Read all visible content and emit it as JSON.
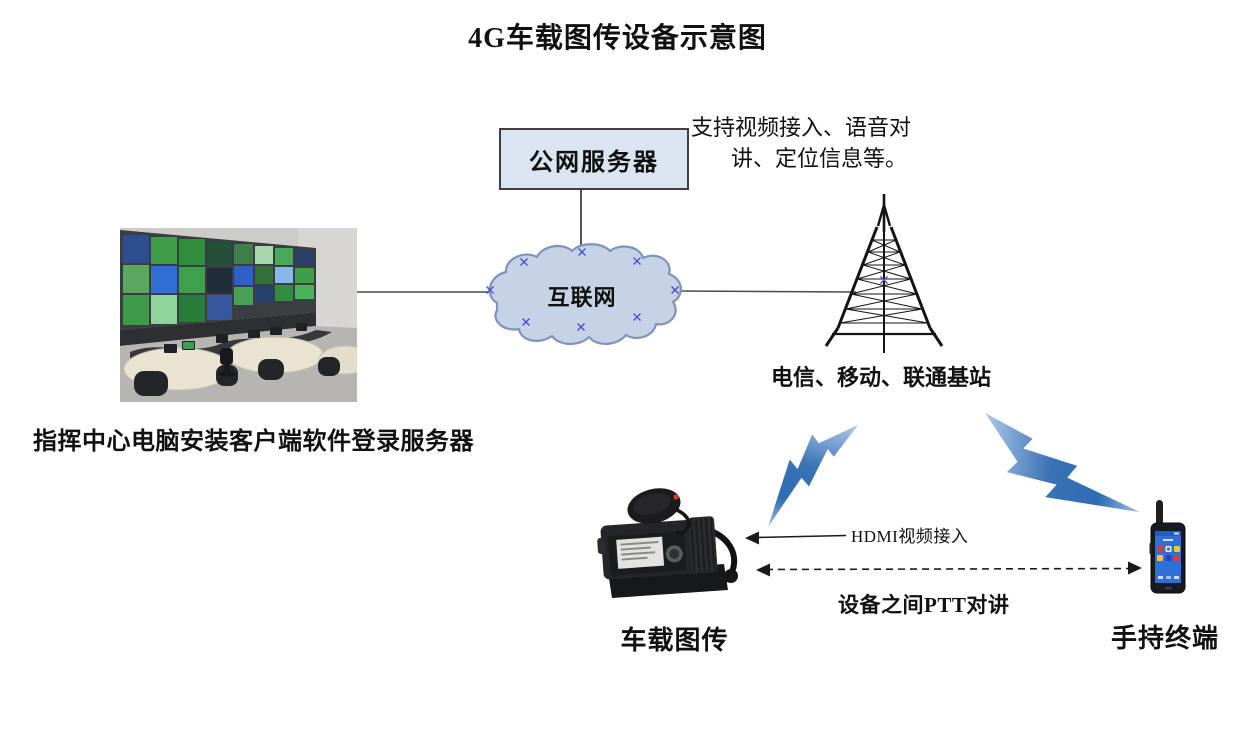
{
  "title": "4G车载图传设备示意图",
  "nodes": {
    "server_box": {
      "label": "公网服务器"
    },
    "server_note": {
      "line1": "支持视频接入、语音对",
      "line2": "讲、定位信息等。"
    },
    "internet_cloud": {
      "label": "互联网"
    },
    "command_center": {
      "caption": "指挥中心电脑安装客户端软件登录服务器"
    },
    "base_station": {
      "label": "电信、移动、联通基站"
    },
    "vehicle_terminal": {
      "label": "车载图传"
    },
    "handheld_terminal": {
      "label": "手持终端"
    }
  },
  "links": {
    "hdmi": {
      "label": "HDMI视频接入",
      "style": "solid-arrow-left"
    },
    "ptt": {
      "label": "设备之间PTT对讲",
      "style": "dashed-double-arrow"
    }
  },
  "icons": {
    "internet": "cloud-icon",
    "base_station": "cell-tower-icon",
    "wireless_link": "lightning-bolt-icon",
    "anchor_points": "blue-x-marks"
  },
  "colors": {
    "server_box_fill": "#dbe5f1",
    "server_box_border": "#3f3f3f",
    "cloud_fill": "#c6d3e6",
    "cloud_stroke": "#8093b8",
    "bolt_light": "#aecbec",
    "bolt_dark": "#2e6cb3",
    "connector_line": "#4a4a4a",
    "arrow_black": "#1a1a1a",
    "anchor_mark_blue": "#4a4ad2",
    "phone_screen_blue": "#2e6fd8"
  }
}
